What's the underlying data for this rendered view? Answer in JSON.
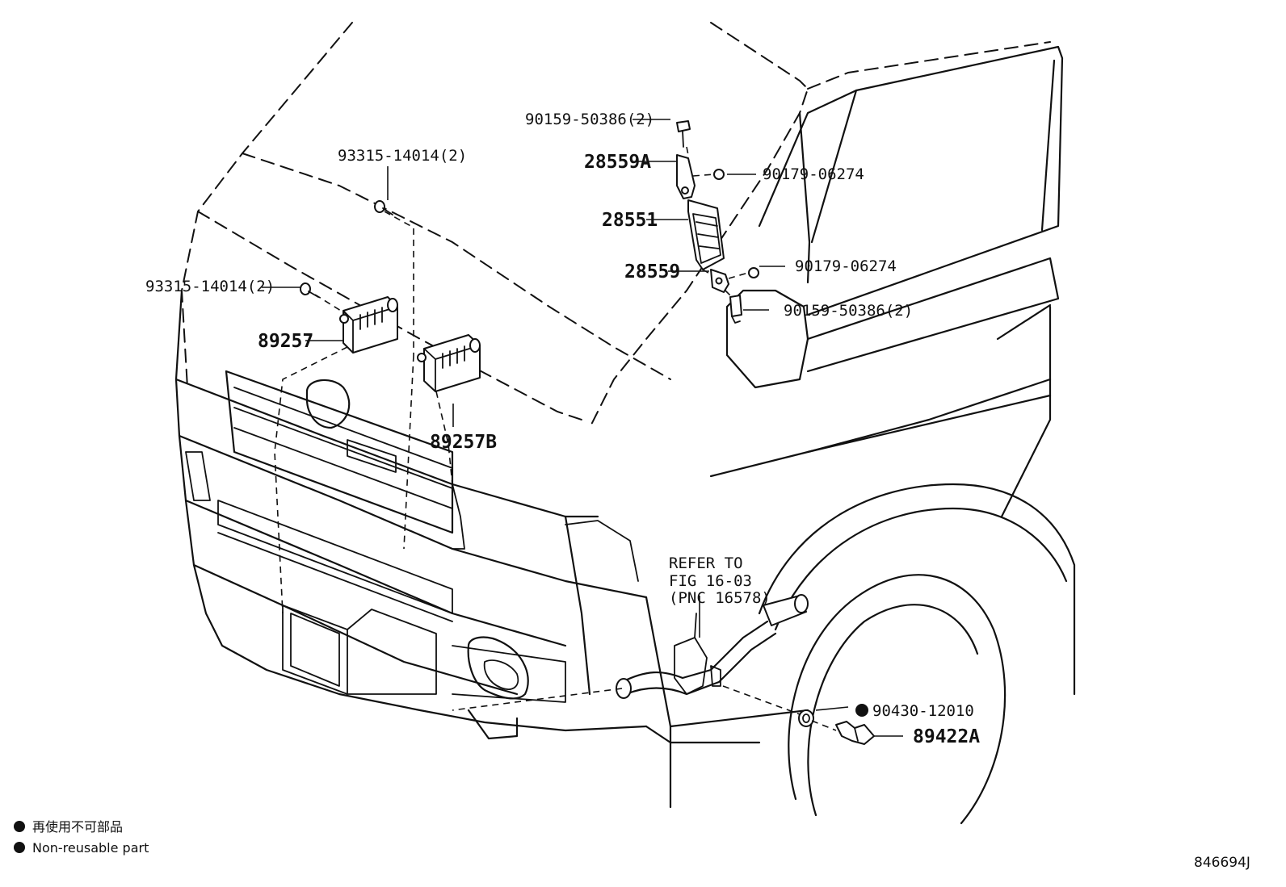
{
  "labels": {
    "bolt_28559a_top": "90159-50386(2)",
    "bracket_28559a": "28559A",
    "nut_upper": "90179-06274",
    "computer_28551": "28551",
    "bracket_28559": "28559",
    "nut_lower": "90179-06274",
    "bolt_28559_bottom": "90159-50386(2)",
    "screw_upper_89257b": "93315-14014(2)",
    "screw_left_89257": "93315-14014(2)",
    "module_89257": "89257",
    "module_89257b": "89257B",
    "refer_line1": "REFER TO",
    "refer_line2": "FIG 16-03",
    "refer_line3": "(PNC 16578)",
    "gasket": "90430-12010",
    "sensor": "89422A"
  },
  "legend": {
    "jp_text": "再使用不可部品",
    "en_text": "Non-reusable part"
  },
  "diagram_code": "846694J"
}
